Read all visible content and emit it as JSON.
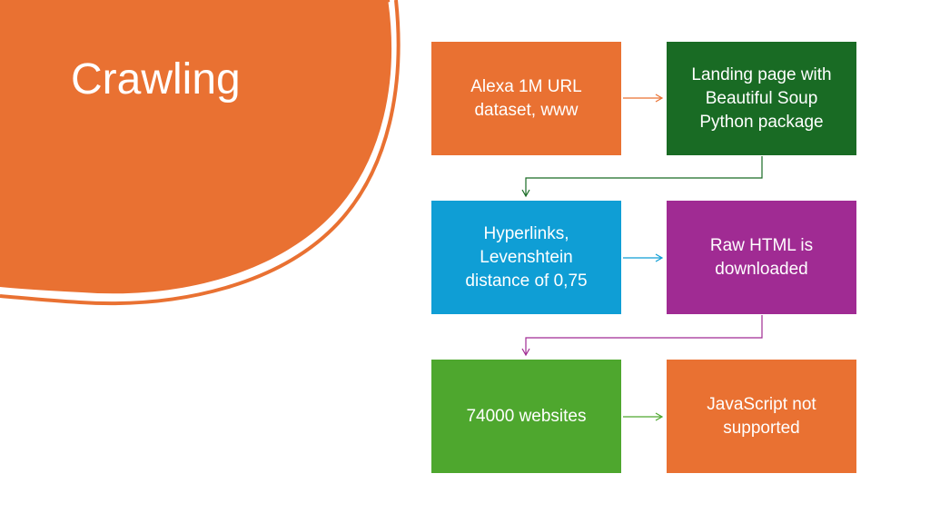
{
  "title": "Crawling",
  "colors": {
    "orange": "#E97132",
    "dark_green": "#196B24",
    "blue": "#0F9ED5",
    "purple": "#A02B93",
    "green": "#4EA72E",
    "white": "#FFFFFF"
  },
  "flow": {
    "row1": {
      "left": "Alexa 1M URL\ndataset, www",
      "right": "Landing page with\nBeautiful Soup\nPython package"
    },
    "row2": {
      "left": "Hyperlinks,\nLevenshtein\ndistance of 0,75",
      "right": "Raw HTML is\ndownloaded"
    },
    "row3": {
      "left": "74000 websites",
      "right": "JavaScript not\nsupported"
    }
  }
}
